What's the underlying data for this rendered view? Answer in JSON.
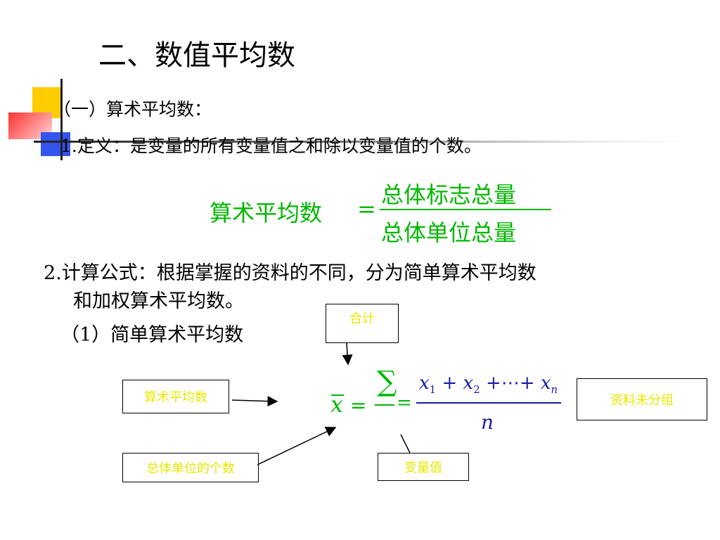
{
  "slide": {
    "title": "二、数值平均数",
    "subtitle": "（一）算术平均数：",
    "definition": "1.定义：是变量的所有变量值之和除以变量值的个数。",
    "formula1": {
      "lhs": "算术平均数",
      "eq": "=",
      "numerator": "总体标志总量",
      "denominator": "总体单位总量"
    },
    "item2_line1": "2.计算公式：根据掌握的资料的不同，分为简单算术平均数",
    "item2_line2": "和加权算术平均数。",
    "item_simple": "（1）简单算术平均数",
    "formula2": {
      "xbar": "x",
      "eq1": "=",
      "sigma": "∑",
      "eq2": "=",
      "x1": "x",
      "sub1": "1",
      "plus1": "+",
      "x2": "x",
      "sub2": "2",
      "plus2": "+⋯+",
      "xn": "x",
      "subn": "n",
      "denominator": "n"
    },
    "labels": {
      "total": "合计",
      "arith_mean": "算术平均数",
      "ungrouped": "资料未分组",
      "unit_count": "总体单位的个数",
      "variable_value": "变量值"
    }
  },
  "colors": {
    "formula_green": "#00b800",
    "label_yellow": "#e8e800"
  }
}
